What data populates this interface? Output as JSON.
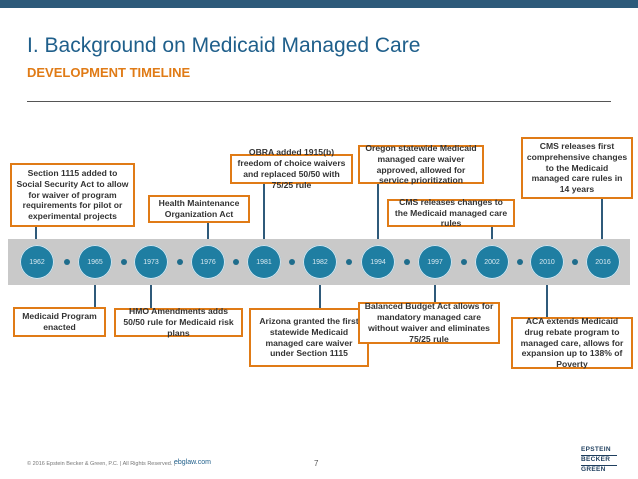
{
  "header": {
    "title": "I. Background on Medicaid Managed Care",
    "subtitle": "DEVELOPMENT TIMELINE"
  },
  "timeline": {
    "years": [
      "1962",
      "1965",
      "1973",
      "1976",
      "1981",
      "1982",
      "1994",
      "1997",
      "2002",
      "2010",
      "2016"
    ],
    "events_above": [
      {
        "year": "1962",
        "text": "Section 1115 added to Social Security Act to allow for waiver of program requirements for pilot or experimental projects"
      },
      {
        "year": "1976",
        "text": "Health Maintenance Organization Act"
      },
      {
        "year": "1981",
        "text": "OBRA added 1915(b) freedom of choice waivers and replaced 50/50 with 75/25 rule"
      },
      {
        "year": "1994",
        "text": "Oregon statewide Medicaid managed care waiver approved, allowed for service prioritization"
      },
      {
        "year": "2002",
        "text": "CMS releases changes to the Medicaid managed care rules"
      },
      {
        "year": "2016",
        "text": "CMS releases first comprehensive changes to the Medicaid managed care rules in 14 years"
      }
    ],
    "events_below": [
      {
        "year": "1965",
        "text": "Medicaid Program enacted"
      },
      {
        "year": "1973",
        "text": "HMO Amendments adds 50/50 rule for Medicaid risk plans"
      },
      {
        "year": "1982",
        "text": "Arizona granted the first statewide Medicaid managed care waiver under Section 1115"
      },
      {
        "year": "1997",
        "text": "Balanced Budget Act allows for mandatory managed care without waiver and eliminates 75/25 rule"
      },
      {
        "year": "2010",
        "text": "ACA extends Medicaid drug rebate program to managed care, allows for expansion up to 138% of Poverty"
      }
    ]
  },
  "colors": {
    "title": "#1f5f8b",
    "subtitle": "#e07b16",
    "box_border": "#e07b16",
    "node": "#1f7ea2",
    "band": "#c9c9c9"
  },
  "footer": {
    "copyright": "© 2016 Epstein Becker & Green, P.C. | All Rights Reserved. |",
    "url": "ebglaw.com",
    "page": "7",
    "logo": [
      "EPSTEIN",
      "BECKER",
      "GREEN"
    ]
  }
}
